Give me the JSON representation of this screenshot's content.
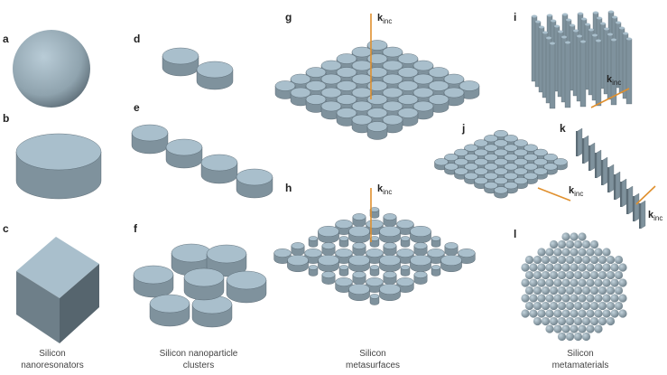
{
  "panel_labels": {
    "a": "a",
    "b": "b",
    "c": "c",
    "d": "d",
    "e": "e",
    "f": "f",
    "g": "g",
    "h": "h",
    "i": "i",
    "j": "j",
    "k": "k",
    "l": "l"
  },
  "wave_vector": {
    "main": "k",
    "sub": "inc"
  },
  "captions": [
    {
      "line1": "Silicon",
      "line2": "nanoresonators"
    },
    {
      "line1": "Silicon nanoparticle",
      "line2": "clusters"
    },
    {
      "line1": "Silicon",
      "line2": "metasurfaces"
    },
    {
      "line1": "Silicon",
      "line2": "metamaterials"
    }
  ],
  "colors": {
    "top": "#a9bfcc",
    "side": "#7f929d",
    "edge": "#4d5c66",
    "arrow": "#e0902e"
  }
}
